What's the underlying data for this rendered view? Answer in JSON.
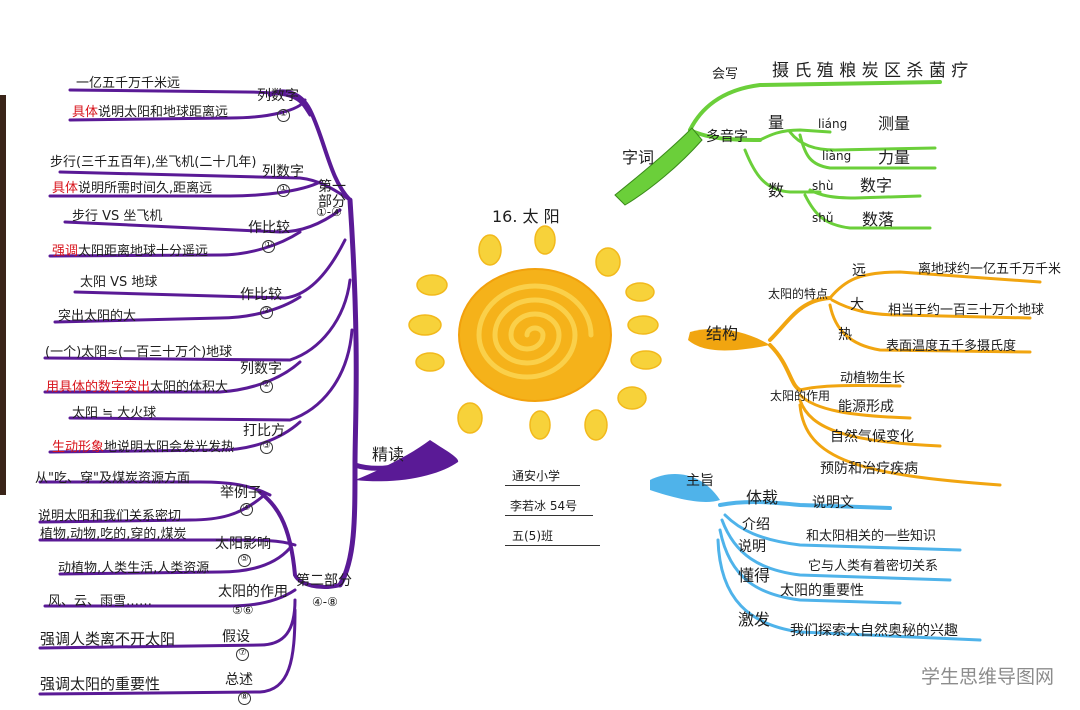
{
  "title": "16. 太 阳",
  "author": {
    "school": "通安小学",
    "name": "李若冰 54号",
    "class": "五(5)班"
  },
  "watermark": "学生思维导图网",
  "left": {
    "root": "精读",
    "part1": {
      "label": "第一部分",
      "range": "①-④",
      "branches": [
        {
          "label": "列数字",
          "num": "①",
          "items": [
            {
              "text": "一亿五千万千米远"
            },
            {
              "highlight": "具体",
              "text": "说明太阳和地球距离远"
            }
          ]
        },
        {
          "label": "列数字",
          "num": "①",
          "items": [
            {
              "text": "步行(三千五百年),坐飞机(二十几年)"
            },
            {
              "highlight": "具体",
              "text": "说明所需时间久,距离远"
            }
          ]
        },
        {
          "label": "作比较",
          "num": "①",
          "items": [
            {
              "text": "步行 VS 坐飞机"
            },
            {
              "highlight": "强调",
              "text": "太阳距离地球十分遥远"
            }
          ]
        },
        {
          "label": "作比较",
          "num": "②",
          "items": [
            {
              "text": "太阳 VS 地球"
            },
            {
              "text": "突出太阳的大"
            }
          ]
        },
        {
          "label": "列数字",
          "num": "②",
          "items": [
            {
              "text": "(一个)太阳≈(一百三十万个)地球"
            },
            {
              "highlight": "用具体的数字突出",
              "text": "太阳的体积大"
            }
          ]
        },
        {
          "label": "打比方",
          "num": "③",
          "items": [
            {
              "text": "太阳 ≒ 大火球"
            },
            {
              "highlight": "生动形象",
              "text": "地说明太阳会发光发热"
            }
          ]
        }
      ]
    },
    "part2": {
      "label": "第二部分",
      "range": "④-⑧",
      "branches": [
        {
          "label": "举例子",
          "num": "④",
          "items": [
            {
              "text": "从\"吃、穿\"及煤炭资源方面"
            },
            {
              "text": "说明太阳和我们关系密切"
            }
          ]
        },
        {
          "label": "太阳影响",
          "num": "⑤",
          "items": [
            {
              "text": "植物,动物,吃的,穿的,煤炭"
            },
            {
              "text": "动植物,人类生活,人类资源"
            }
          ]
        },
        {
          "label": "太阳的作用",
          "num": "⑤⑥",
          "items": [
            {
              "text": "风、云、雨雪……"
            }
          ]
        },
        {
          "label": "假设",
          "num": "⑦",
          "items": [
            {
              "text": "强调人类离不开太阳"
            }
          ]
        },
        {
          "label": "总述",
          "num": "⑧",
          "items": [
            {
              "text": "强调太阳的重要性"
            }
          ]
        }
      ]
    }
  },
  "right": {
    "words": {
      "root": "字词",
      "huixie": {
        "label": "会写",
        "chars": "摄 氏 殖 粮 炭 区 杀 菌 疗"
      },
      "duoyin": {
        "label": "多音字",
        "groups": [
          {
            "char": "量",
            "readings": [
              {
                "pinyin": "liáng",
                "word": "测量"
              },
              {
                "pinyin": "liàng",
                "word": "力量"
              }
            ]
          },
          {
            "char": "数",
            "readings": [
              {
                "pinyin": "shù",
                "word": "数字"
              },
              {
                "pinyin": "shǔ",
                "word": "数落"
              }
            ]
          }
        ]
      }
    },
    "structure": {
      "root": "结构",
      "features": {
        "label": "太阳的特点",
        "items": [
          {
            "key": "远",
            "text": "离地球约一亿五千万千米"
          },
          {
            "key": "大",
            "text": "相当于约一百三十万个地球"
          },
          {
            "key": "热",
            "text": "表面温度五千多摄氏度"
          }
        ]
      },
      "relations": {
        "label": "太阳的作用",
        "items": [
          "动植物生长",
          "能源形成",
          "自然气候变化",
          "预防和治疗疾病"
        ]
      }
    },
    "theme": {
      "root": "主旨",
      "items": [
        {
          "key": "体裁",
          "text": "说明文"
        },
        {
          "key": "介绍",
          "text": "和太阳相关的一些知识"
        },
        {
          "key": "说明",
          "text": "它与人类有着密切关系"
        },
        {
          "key": "懂得",
          "text": "太阳的重要性"
        },
        {
          "key": "激发",
          "text": "我们探索大自然奥秘的兴趣"
        }
      ]
    }
  },
  "colors": {
    "purple": "#5a1a96",
    "green": "#6bcf3a",
    "orange": "#f1a510",
    "blue": "#4fb3ea",
    "sun": "#f5b21a",
    "ray": "#f7d23a",
    "highlight": "#d8141c"
  }
}
